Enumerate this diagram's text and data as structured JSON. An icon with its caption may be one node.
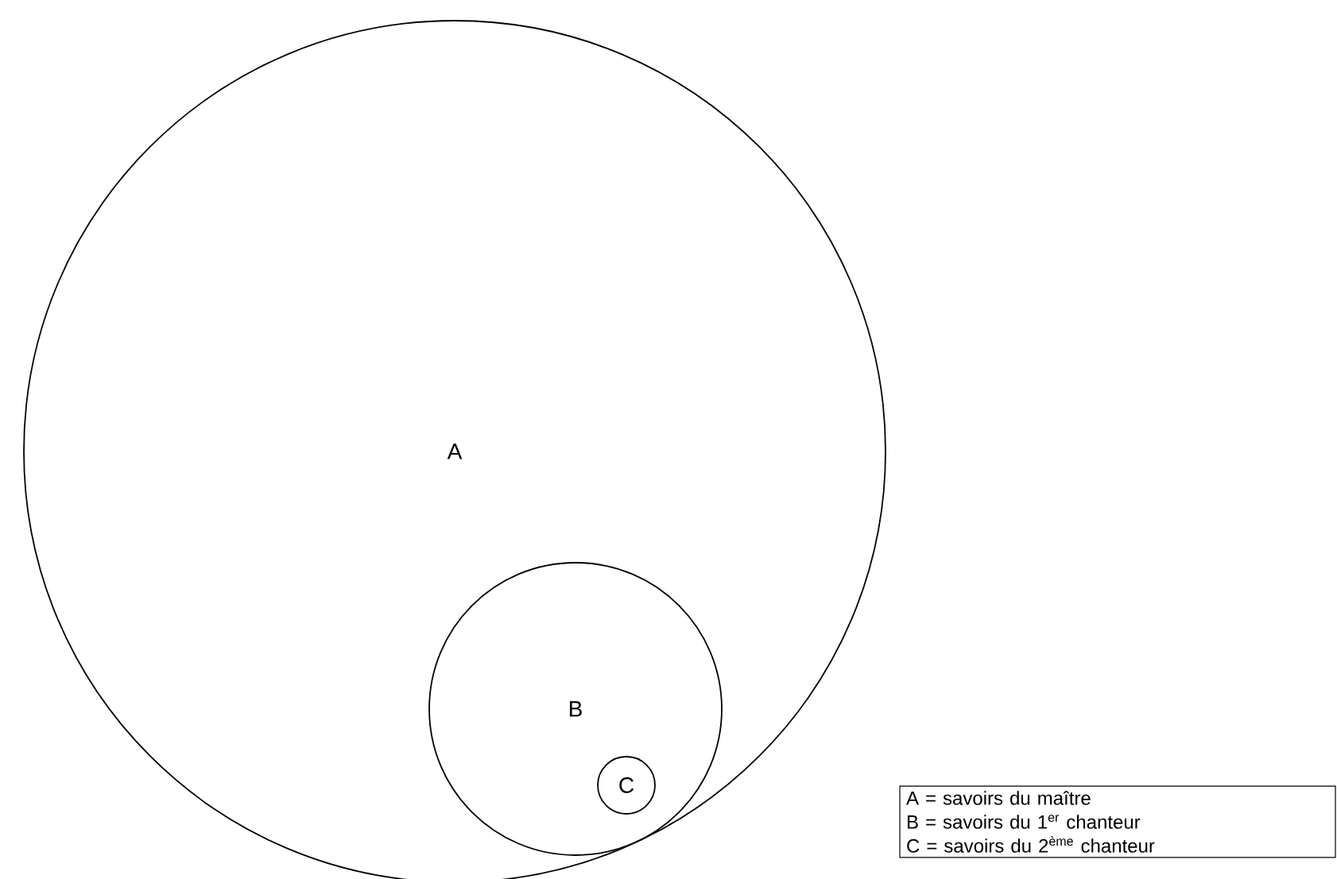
{
  "diagram": {
    "nodes": [
      {
        "text": [
          "A"
        ]
      },
      {
        "text": [
          "B"
        ],
        "in": 0
      },
      {
        "text": [
          "C"
        ],
        "in": 1
      },
      {
        "text": [
          "A = savoirs du maître",
          "B = savoirs du 1$^{er}$ chanteur",
          "C = savoirs du 2$^{ème}$ chanteur"
        ]
      }
    ]
  }
}
